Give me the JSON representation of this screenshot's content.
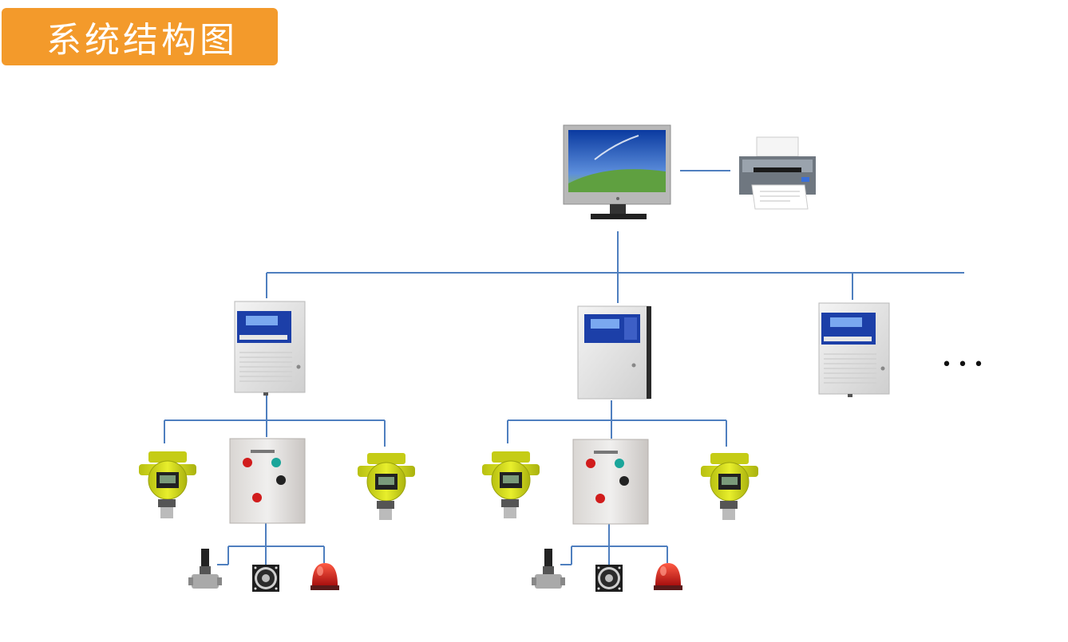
{
  "title": "系统结构图",
  "colors": {
    "title_bg": "#f39a2b",
    "wire": "#4f7fbf",
    "detector_yellow": "#d9e21c",
    "panel_blue": "#1c3fa8",
    "alarm_red": "#c8191b"
  },
  "ellipsis": "• • •",
  "nodes": [
    {
      "id": "monitor",
      "icon": "computer-monitor-icon"
    },
    {
      "id": "printer",
      "icon": "printer-icon"
    },
    {
      "id": "controller-1",
      "icon": "alarm-controller-icon"
    },
    {
      "id": "controller-2",
      "icon": "alarm-controller-icon"
    },
    {
      "id": "controller-3",
      "icon": "alarm-controller-icon"
    },
    {
      "id": "detector",
      "icon": "gas-detector-icon"
    },
    {
      "id": "linkage-box",
      "icon": "linkage-control-box-icon"
    },
    {
      "id": "solenoid-valve",
      "icon": "solenoid-valve-icon"
    },
    {
      "id": "exhaust-fan",
      "icon": "exhaust-fan-icon"
    },
    {
      "id": "alarm-light",
      "icon": "alarm-light-icon"
    }
  ]
}
